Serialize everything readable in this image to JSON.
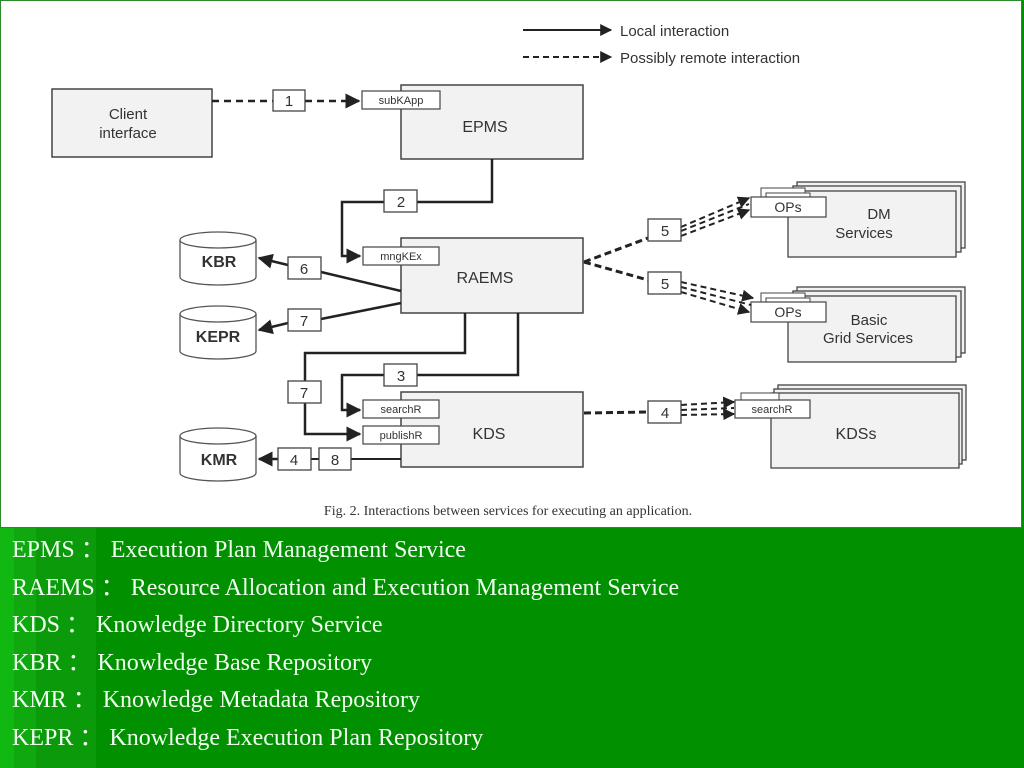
{
  "legend": {
    "local": "Local interaction",
    "remote": "Possibly remote interaction"
  },
  "nodes": {
    "client": [
      "Client",
      "interface"
    ],
    "epms": "EPMS",
    "raems": "RAEMS",
    "kds": "KDS",
    "kbr": "KBR",
    "kepr": "KEPR",
    "kmr": "KMR",
    "dm": [
      "DM",
      "Services"
    ],
    "grid": [
      "Basic",
      "Grid Services"
    ],
    "kdss": "KDSs"
  },
  "ports": {
    "subKApp": "subKApp",
    "mngKEx": "mngKEx",
    "searchR": "searchR",
    "publishR": "publishR",
    "ops_dm": "OPs",
    "ops_grid": "OPs",
    "searchR_remote": "searchR"
  },
  "steps": {
    "s1": "1",
    "s2": "2",
    "s3": "3",
    "s4_remote": "4",
    "s4_kmr": "4",
    "s5_dm": "5",
    "s5_grid": "5",
    "s6": "6",
    "s7_kepr": "7",
    "s7_kds": "7",
    "s8": "8"
  },
  "caption": "Fig. 2. Interactions between services for executing an application.",
  "definitions": [
    {
      "abbr": "EPMS",
      "sep": "：",
      "full": "Execution Plan Management Service"
    },
    {
      "abbr": "RAEMS",
      "sep": "：",
      "full": "Resource Allocation and Execution Management Service"
    },
    {
      "abbr": "KDS",
      "sep": "：",
      "full": "Knowledge Directory Service"
    },
    {
      "abbr": "KBR",
      "sep": "：",
      "full": "Knowledge Base Repository"
    },
    {
      "abbr": "KMR",
      "sep": "：",
      "full": "Knowledge Metadata Repository"
    },
    {
      "abbr": "KEPR",
      "sep": "：",
      "full": "Knowledge Execution Plan Repository"
    }
  ],
  "colors": {
    "background_green": "#009000",
    "box_fill": "#f2f2f2",
    "line": "#333333"
  }
}
